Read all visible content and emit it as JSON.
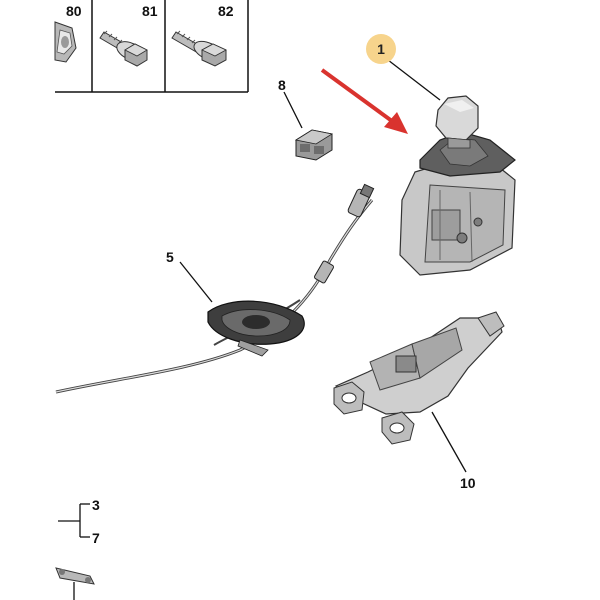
{
  "hardware_table": {
    "columns": [
      {
        "number": "80",
        "icon": "nut-icon"
      },
      {
        "number": "81",
        "icon": "screw-with-washer-icon"
      },
      {
        "number": "82",
        "icon": "screw-with-washer-icon"
      }
    ]
  },
  "callouts": {
    "part_1": "1",
    "part_3": "3",
    "part_5": "5",
    "part_7": "7",
    "part_8": "8",
    "part_10": "10"
  },
  "colors": {
    "arrow": "#d9332e",
    "badge": "#f7d48c",
    "line": "#111111",
    "part_fill": "#cfcfcf",
    "part_dark": "#5a5a5a"
  }
}
